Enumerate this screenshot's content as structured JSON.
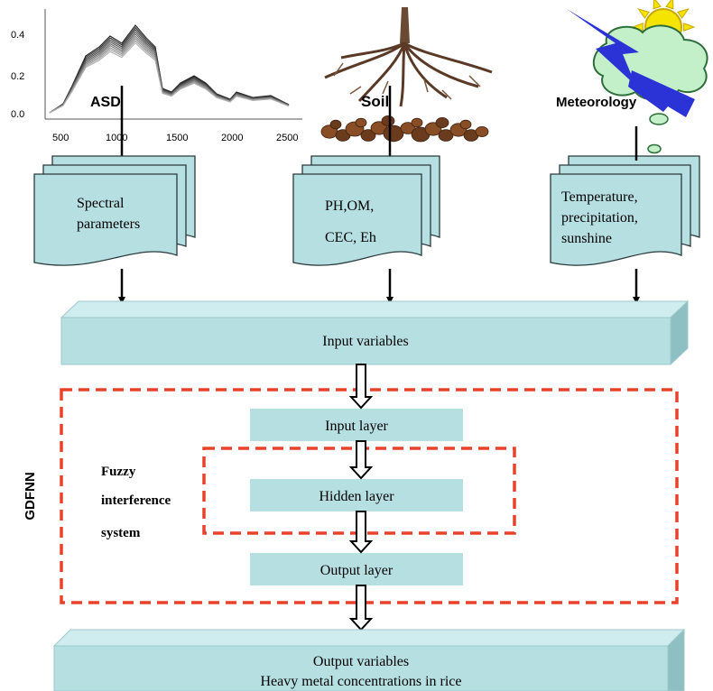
{
  "spectrum_chart": {
    "y_ticks": [
      "0.4",
      "0.2",
      "0.0"
    ],
    "x_ticks": [
      "500",
      "1000",
      "1500",
      "2000",
      "2500"
    ]
  },
  "sources": {
    "asd": {
      "heading": "ASD",
      "doc_lines": [
        "Spectral",
        "parameters"
      ]
    },
    "soil": {
      "heading": "Soil",
      "doc_lines": [
        "PH,OM,",
        "CEC, Eh"
      ]
    },
    "meteorology": {
      "heading": "Meteorology",
      "doc_lines": [
        "Temperature,",
        "precipitation,",
        "sunshine"
      ]
    }
  },
  "input_variables": "Input variables",
  "gdfnn_label": "GDFNN",
  "fuzzy_label": [
    "Fuzzy",
    "interference",
    "system"
  ],
  "layers": {
    "input": "Input layer",
    "hidden": "Hidden layer",
    "output": "Output layer"
  },
  "output_variables": {
    "line1": "Output variables",
    "line2": "Heavy metal concentrations in rice"
  },
  "colors": {
    "box_fill": "#b6dfe2",
    "box_side": "#8ebfc3",
    "box_top": "#cfecee",
    "dashed_border": "#e8432a",
    "arrow": "#000000"
  }
}
